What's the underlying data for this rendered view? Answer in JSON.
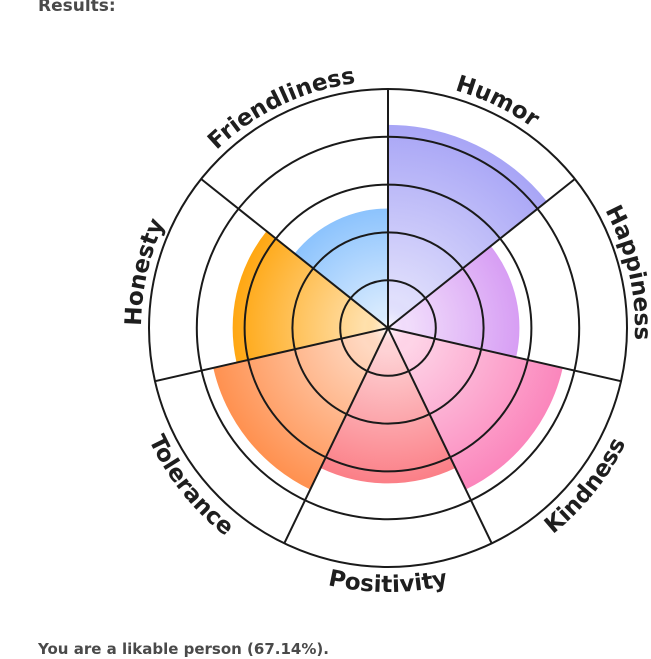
{
  "heading": "Results:",
  "summary": "You are a likable person (67.14%).",
  "chart_data": {
    "type": "polar-area",
    "title": "",
    "categories": [
      "Humor",
      "Happiness",
      "Kindness",
      "Positivity",
      "Tolerance",
      "Honesty",
      "Friendliness"
    ],
    "values": [
      85,
      55,
      75,
      65,
      75,
      65,
      50
    ],
    "range": [
      0,
      100
    ],
    "rings": 5,
    "colors": [
      "#a8a5f6",
      "#d79ef4",
      "#fb86bc",
      "#fb7f87",
      "#ff9150",
      "#ffa712",
      "#8cc3fd"
    ],
    "grid": true,
    "overall_percent": 67.14
  }
}
